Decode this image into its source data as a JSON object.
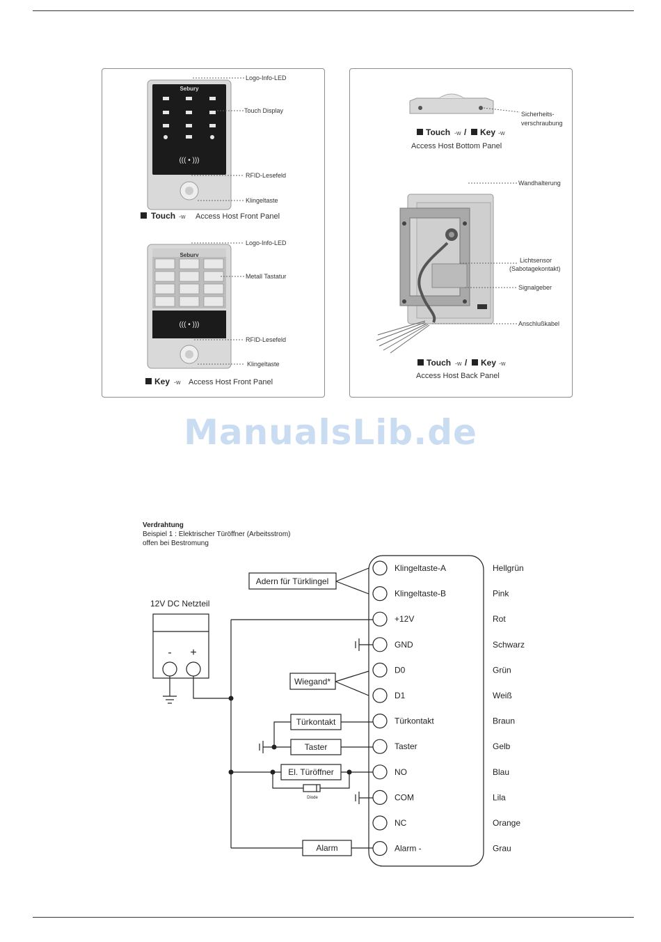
{
  "front_panel": {
    "touch": {
      "callouts": [
        "Logo-Info-LED",
        "Touch Display",
        "RFID-Lesefeld",
        "Klingeltaste"
      ],
      "caption_model": "Touch",
      "caption_suffix": "-w",
      "caption_text": "Access Host Front Panel"
    },
    "key": {
      "callouts": [
        "Logo-Info-LED",
        "Metall Tastatur",
        "RFID-Lesefeld",
        "Klingeltaste"
      ],
      "caption_model": "Key",
      "caption_suffix": "-w",
      "caption_text": "Access Host Front Panel"
    },
    "logo_text": "Sebury"
  },
  "back_panel": {
    "bottom_callout_1": "Sicherheits-",
    "bottom_callout_2": "verschraubung",
    "bottom_caption_touch": "Touch",
    "bottom_caption_key": "Key",
    "bottom_caption_suffix": "-w",
    "bottom_caption_sep": "/",
    "bottom_caption_text": "Access Host Bottom Panel",
    "back_callouts": [
      "Wandhalterung",
      "Lichtsensor",
      "(Sabotagekontakt)",
      "Signalgeber",
      "Anschlußkabel"
    ],
    "back_caption_touch": "Touch",
    "back_caption_key": "Key",
    "back_caption_suffix": "-w",
    "back_caption_sep": "/",
    "back_caption_text": "Access Host Back Panel"
  },
  "watermark": "ManualsLib.de",
  "wiring": {
    "title": "Verdrahtung",
    "subtitle_1": "Beispiel 1 : Elektrischer Türöffner (Arbeitsstrom)",
    "subtitle_2": "offen bei Bestromung",
    "psu_label": "12V DC Netzteil",
    "minus": "-",
    "plus": "+",
    "box_bell": "Adern für Türklingel",
    "box_wiegand": "Wiegand*",
    "box_door_contact": "Türkontakt",
    "box_button": "Taster",
    "box_opener": "El. Türöffner",
    "diode_label": "Diode",
    "box_alarm": "Alarm",
    "terminals": [
      {
        "label": "Klingeltaste-A",
        "color": "Hellgrün"
      },
      {
        "label": "Klingeltaste-B",
        "color": "Pink"
      },
      {
        "label": "+12V",
        "color": "Rot"
      },
      {
        "label": "GND",
        "color": "Schwarz"
      },
      {
        "label": "D0",
        "color": "Grün"
      },
      {
        "label": "D1",
        "color": "Weiß"
      },
      {
        "label": "Türkontakt",
        "color": "Braun"
      },
      {
        "label": "Taster",
        "color": "Gelb"
      },
      {
        "label": "NO",
        "color": "Blau"
      },
      {
        "label": "COM",
        "color": "Lila"
      },
      {
        "label": "NC",
        "color": "Orange"
      },
      {
        "label": "Alarm -",
        "color": "Grau"
      }
    ]
  }
}
